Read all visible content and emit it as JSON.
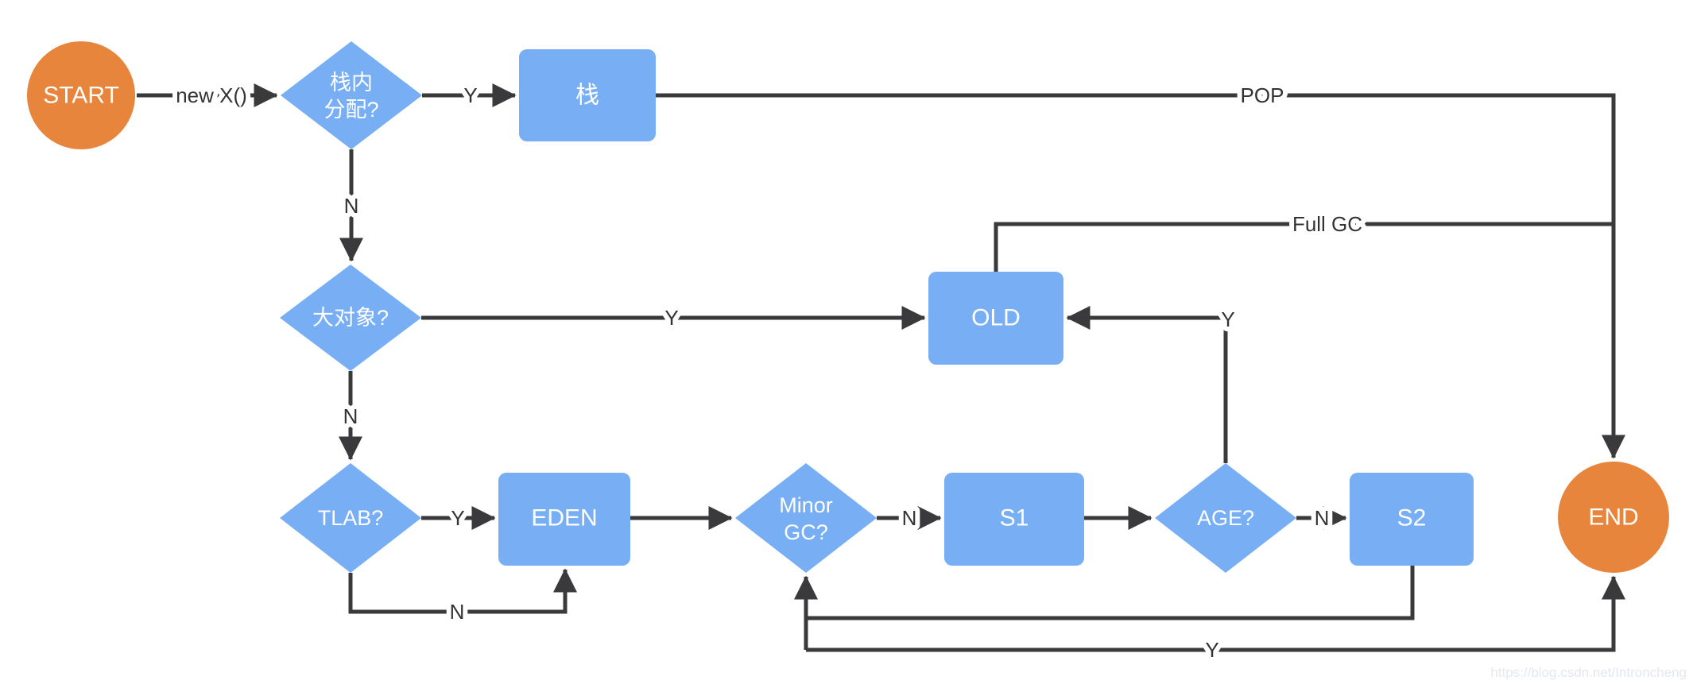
{
  "diagram_type": "flowchart",
  "nodes": {
    "start": {
      "label": "START",
      "shape": "circle"
    },
    "stack_alloc": {
      "line1": "栈内",
      "line2": "分配?",
      "shape": "diamond"
    },
    "stack": {
      "label": "栈",
      "shape": "rect"
    },
    "big_object": {
      "label": "大对象?",
      "shape": "diamond"
    },
    "old": {
      "label": "OLD",
      "shape": "rect"
    },
    "tlab": {
      "label": "TLAB?",
      "shape": "diamond"
    },
    "eden": {
      "label": "EDEN",
      "shape": "rect"
    },
    "minor_gc": {
      "line1": "Minor",
      "line2": "GC?",
      "shape": "diamond"
    },
    "s1": {
      "label": "S1",
      "shape": "rect"
    },
    "age": {
      "label": "AGE?",
      "shape": "diamond"
    },
    "s2": {
      "label": "S2",
      "shape": "rect"
    },
    "end": {
      "label": "END",
      "shape": "circle"
    }
  },
  "edges": {
    "new_x": {
      "from": "start",
      "to": "stack_alloc",
      "label": "new X()"
    },
    "stack_alloc_y": {
      "from": "stack_alloc",
      "to": "stack",
      "label": "Y"
    },
    "pop": {
      "from": "stack",
      "to": "end",
      "label": "POP"
    },
    "stack_alloc_n": {
      "from": "stack_alloc",
      "to": "big_object",
      "label": "N"
    },
    "big_object_y": {
      "from": "big_object",
      "to": "old",
      "label": "Y"
    },
    "big_object_n": {
      "from": "big_object",
      "to": "tlab",
      "label": "N"
    },
    "tlab_y": {
      "from": "tlab",
      "to": "eden",
      "label": "Y"
    },
    "tlab_n": {
      "from": "tlab",
      "to": "eden",
      "label": "N"
    },
    "eden_minor": {
      "from": "eden",
      "to": "minor_gc",
      "label": ""
    },
    "minor_gc_n": {
      "from": "minor_gc",
      "to": "s1",
      "label": "N"
    },
    "s1_age": {
      "from": "s1",
      "to": "age",
      "label": ""
    },
    "age_n": {
      "from": "age",
      "to": "s2",
      "label": "N"
    },
    "age_y": {
      "from": "age",
      "to": "old",
      "label": "Y"
    },
    "full_gc": {
      "from": "old",
      "to": "end",
      "label": "Full GC"
    },
    "s2_loop": {
      "from": "s2",
      "to": "minor_gc",
      "label": ""
    },
    "minor_gc_y": {
      "from": "minor_gc",
      "to": "end",
      "label": "Y"
    }
  },
  "watermark": {
    "text": "https://blog.csdn.net/Introncheng"
  },
  "colors": {
    "terminal_fill": "#E8853C",
    "shape_fill": "#78AEF3",
    "line": "#3A3A3C",
    "edge_label": "#333333",
    "shape_text": "#FFFFFF",
    "watermark": "#E3E7EF",
    "background": "#FFFFFF"
  }
}
